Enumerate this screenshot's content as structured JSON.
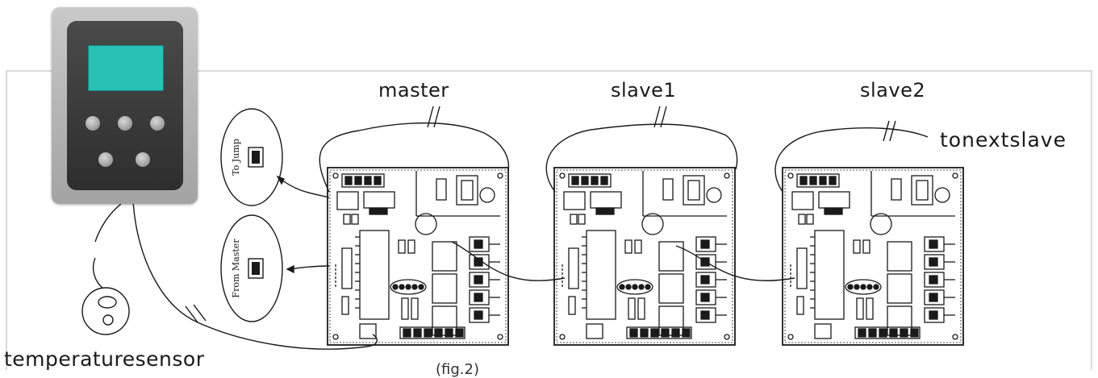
{
  "diagram": {
    "labels": {
      "master": "master",
      "slave1": "slave1",
      "slave2": "slave2",
      "to_next_slave": "tonextslave",
      "temperature_sensor": "temperaturesensor",
      "figure_caption": "(fig.2)"
    },
    "callouts": {
      "top": "To Jump",
      "bottom": "From Master"
    },
    "colors": {
      "controller_screen": "#29c1b4",
      "controller_body": "#2e2e2e",
      "controller_frame": "#b5b5b5",
      "line": "#1a1a1a"
    },
    "boards": [
      "master",
      "slave1",
      "slave2"
    ]
  }
}
